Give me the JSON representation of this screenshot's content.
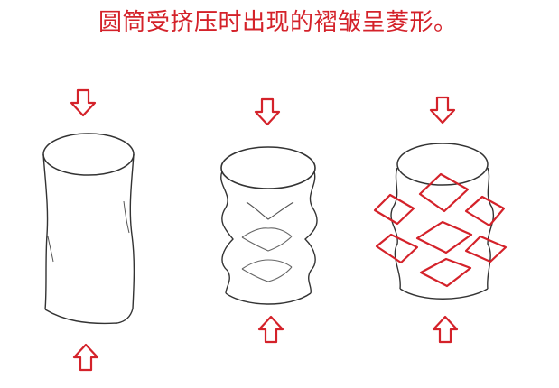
{
  "title": "圆筒受挤压时出现的褶皱呈菱形。",
  "colors": {
    "arrow": "#d4222a",
    "line": "#333333",
    "diamond": "#d4222a"
  },
  "figures": [
    {
      "name": "plain-cylinder",
      "description": "uncompressed cylinder"
    },
    {
      "name": "wrinkled-cylinder",
      "description": "cylinder with wrinkles"
    },
    {
      "name": "diamond-wrinkled-cylinder",
      "description": "cylinder with diamond-shaped wrinkles highlighted"
    }
  ]
}
